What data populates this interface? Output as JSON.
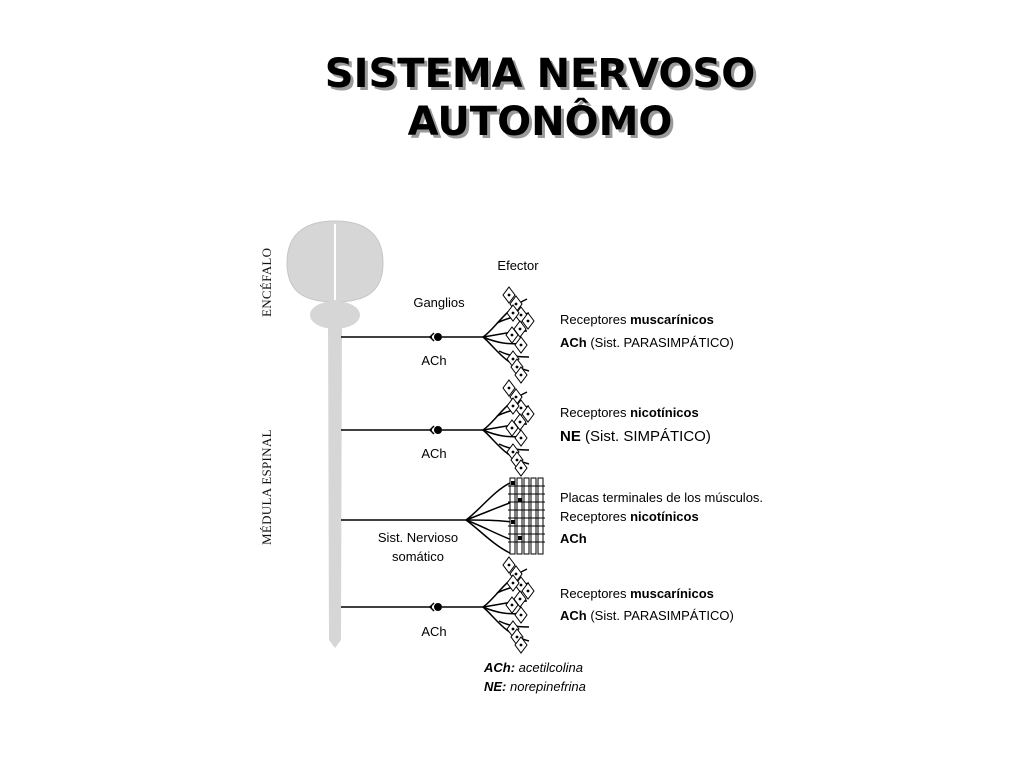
{
  "title": {
    "line1": "SISTEMA NERVOSO",
    "line2": "AUTONÔMO"
  },
  "side_labels": {
    "brain": "ENCÉFALO",
    "spinal_cord": "MÉDULA ESPINAL"
  },
  "labels": {
    "effector": "Efector",
    "ganglia": "Ganglios",
    "ach_1": "ACh",
    "ach_2": "ACh",
    "ach_4": "ACh",
    "somatic_line1": "Sist. Nervioso",
    "somatic_line2": "somático"
  },
  "pathways": [
    {
      "line1_prefix": "Receptores ",
      "line1_bold": "muscarínicos",
      "line2_bold": "ACh",
      "line2_rest": " (Sist. PARASIMPÁTICO)"
    },
    {
      "line1_prefix": "Receptores ",
      "line1_bold": "nicotínicos",
      "line2_bold": "NE",
      "line2_rest": " (Sist. SIMPÁTICO)"
    },
    {
      "line0": "Placas terminales de los músculos.",
      "line1_prefix": "Receptores ",
      "line1_bold": "nicotínicos",
      "line2_bold": "ACh"
    },
    {
      "line1_prefix": "Receptores ",
      "line1_bold": "muscarínicos",
      "line2_bold": "ACh",
      "line2_rest": " (Sist. PARASIMPÁTICO)"
    }
  ],
  "legend": [
    {
      "abbr": "ACh:",
      "meaning": " acetilcolina"
    },
    {
      "abbr": "NE:",
      "meaning": " norepinefrina"
    }
  ]
}
